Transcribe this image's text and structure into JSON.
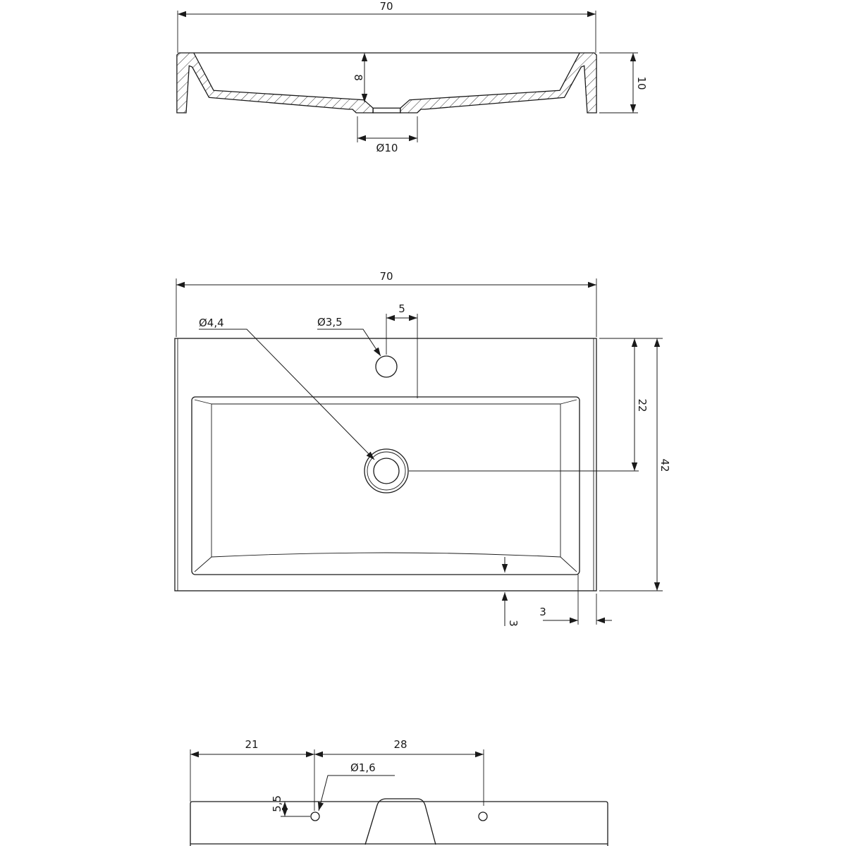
{
  "section_view": {
    "width_label": "70",
    "depth_label": "8",
    "height_label": "10",
    "drain_diameter_label": "Ø10"
  },
  "plan_view": {
    "width_label": "70",
    "drain_diameter_label": "Ø4,4",
    "tap_hole_diameter_label": "Ø3,5",
    "tap_offset_label": "5",
    "drain_position_label": "22",
    "depth_label": "42",
    "rim_front_label": "3",
    "rim_side_label": "3"
  },
  "back_view": {
    "left_offset_label": "21",
    "hole_spacing_label": "28",
    "hole_diameter_label": "Ø1,6",
    "hole_height_label": "5,5"
  }
}
